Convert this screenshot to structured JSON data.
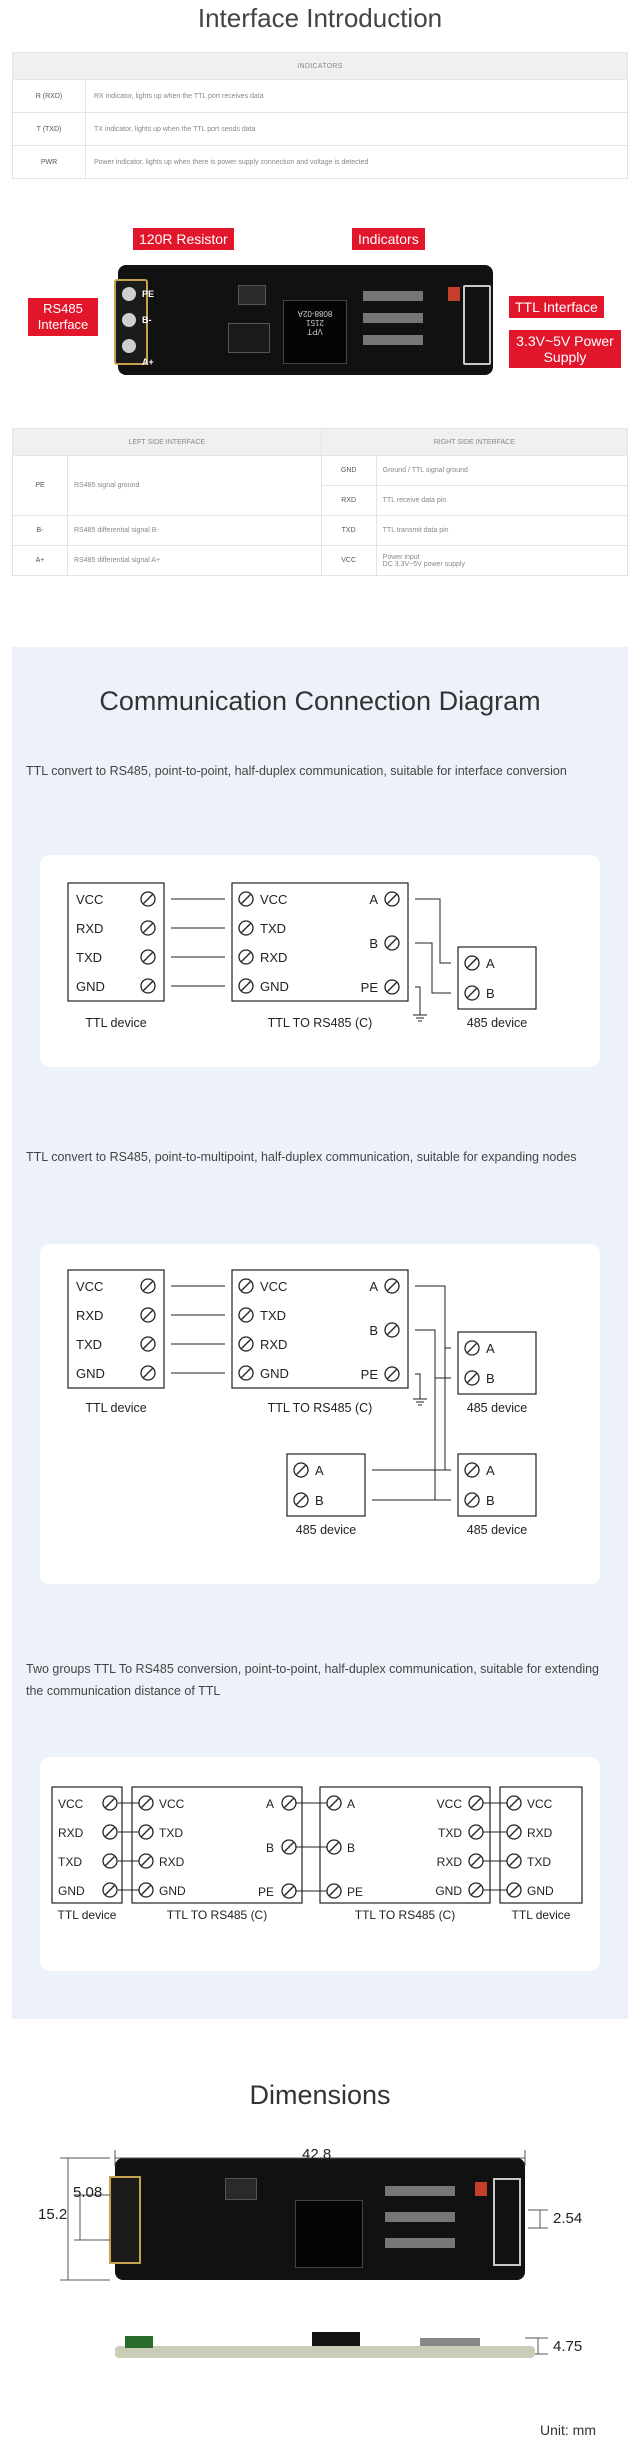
{
  "intro": {
    "title": "Interface Introduction",
    "indicators_header": "INDICATORS",
    "indicators": [
      {
        "key": "R (RXD)",
        "value": "RX indicator, lights up when the TTL port receives data"
      },
      {
        "key": "T (TXD)",
        "value": "TX indicator, lights up when the TTL port sends data"
      },
      {
        "key": "PWR",
        "value": "Power indicator, lights up when there is power supply connection and voltage is detected"
      }
    ]
  },
  "board_labels": {
    "resistor": "120R Resistor",
    "indicators": "Indicators",
    "rs485": "RS485 Interface",
    "ttl": "TTL Interface",
    "power": "3.3V~5V Power Supply",
    "chip_line1": "VPT",
    "chip_line2": "2151",
    "chip_line3": "8088-02A",
    "pin_pe": "PE",
    "pin_bm": "B-",
    "pin_ap": "A+"
  },
  "interface_table": {
    "left_header": "LEFT SIDE INTERFACE",
    "right_header": "RIGHT SIDE INTERFACE",
    "left": [
      {
        "key": "PE",
        "value": "RS485 signal ground"
      },
      {
        "key": "B-",
        "value": "RS485 differential signal B-"
      },
      {
        "key": "A+",
        "value": "RS485 differential signal A+"
      }
    ],
    "right": [
      {
        "key": "GND",
        "value": "Ground / TTL signal ground"
      },
      {
        "key": "RXD",
        "value": "TTL receive data pin"
      },
      {
        "key": "TXD",
        "value": "TTL transmit data pin"
      },
      {
        "key": "VCC",
        "value": "Power input",
        "value2": "DC 3.3V~5V power supply"
      }
    ]
  },
  "comm": {
    "title": "Communication Connection Diagram",
    "desc1": "TTL convert to RS485, point-to-point, half-duplex communication, suitable for interface conversion",
    "desc2": "TTL convert to RS485, point-to-multipoint, half-duplex communication, suitable for expanding nodes",
    "desc3": "Two groups TTL To RS485 conversion, point-to-point, half-duplex communication, suitable for extending the communication distance of TTL",
    "ttl_pins": [
      "VCC",
      "RXD",
      "TXD",
      "GND"
    ],
    "conv_pins": [
      "VCC",
      "TXD",
      "RXD",
      "GND"
    ],
    "conv_right_pins": [
      "A",
      "B",
      "PE"
    ],
    "dev485_pins": [
      "A",
      "B"
    ],
    "label_ttl_device": "TTL device",
    "label_converter": "TTL TO RS485 (C)",
    "label_485_device": "485 device"
  },
  "dims": {
    "title": "Dimensions",
    "width": "42.8",
    "height": "15.2",
    "inner": "5.08",
    "pitch": "2.54",
    "thickness": "4.75",
    "unit": "Unit: mm"
  }
}
